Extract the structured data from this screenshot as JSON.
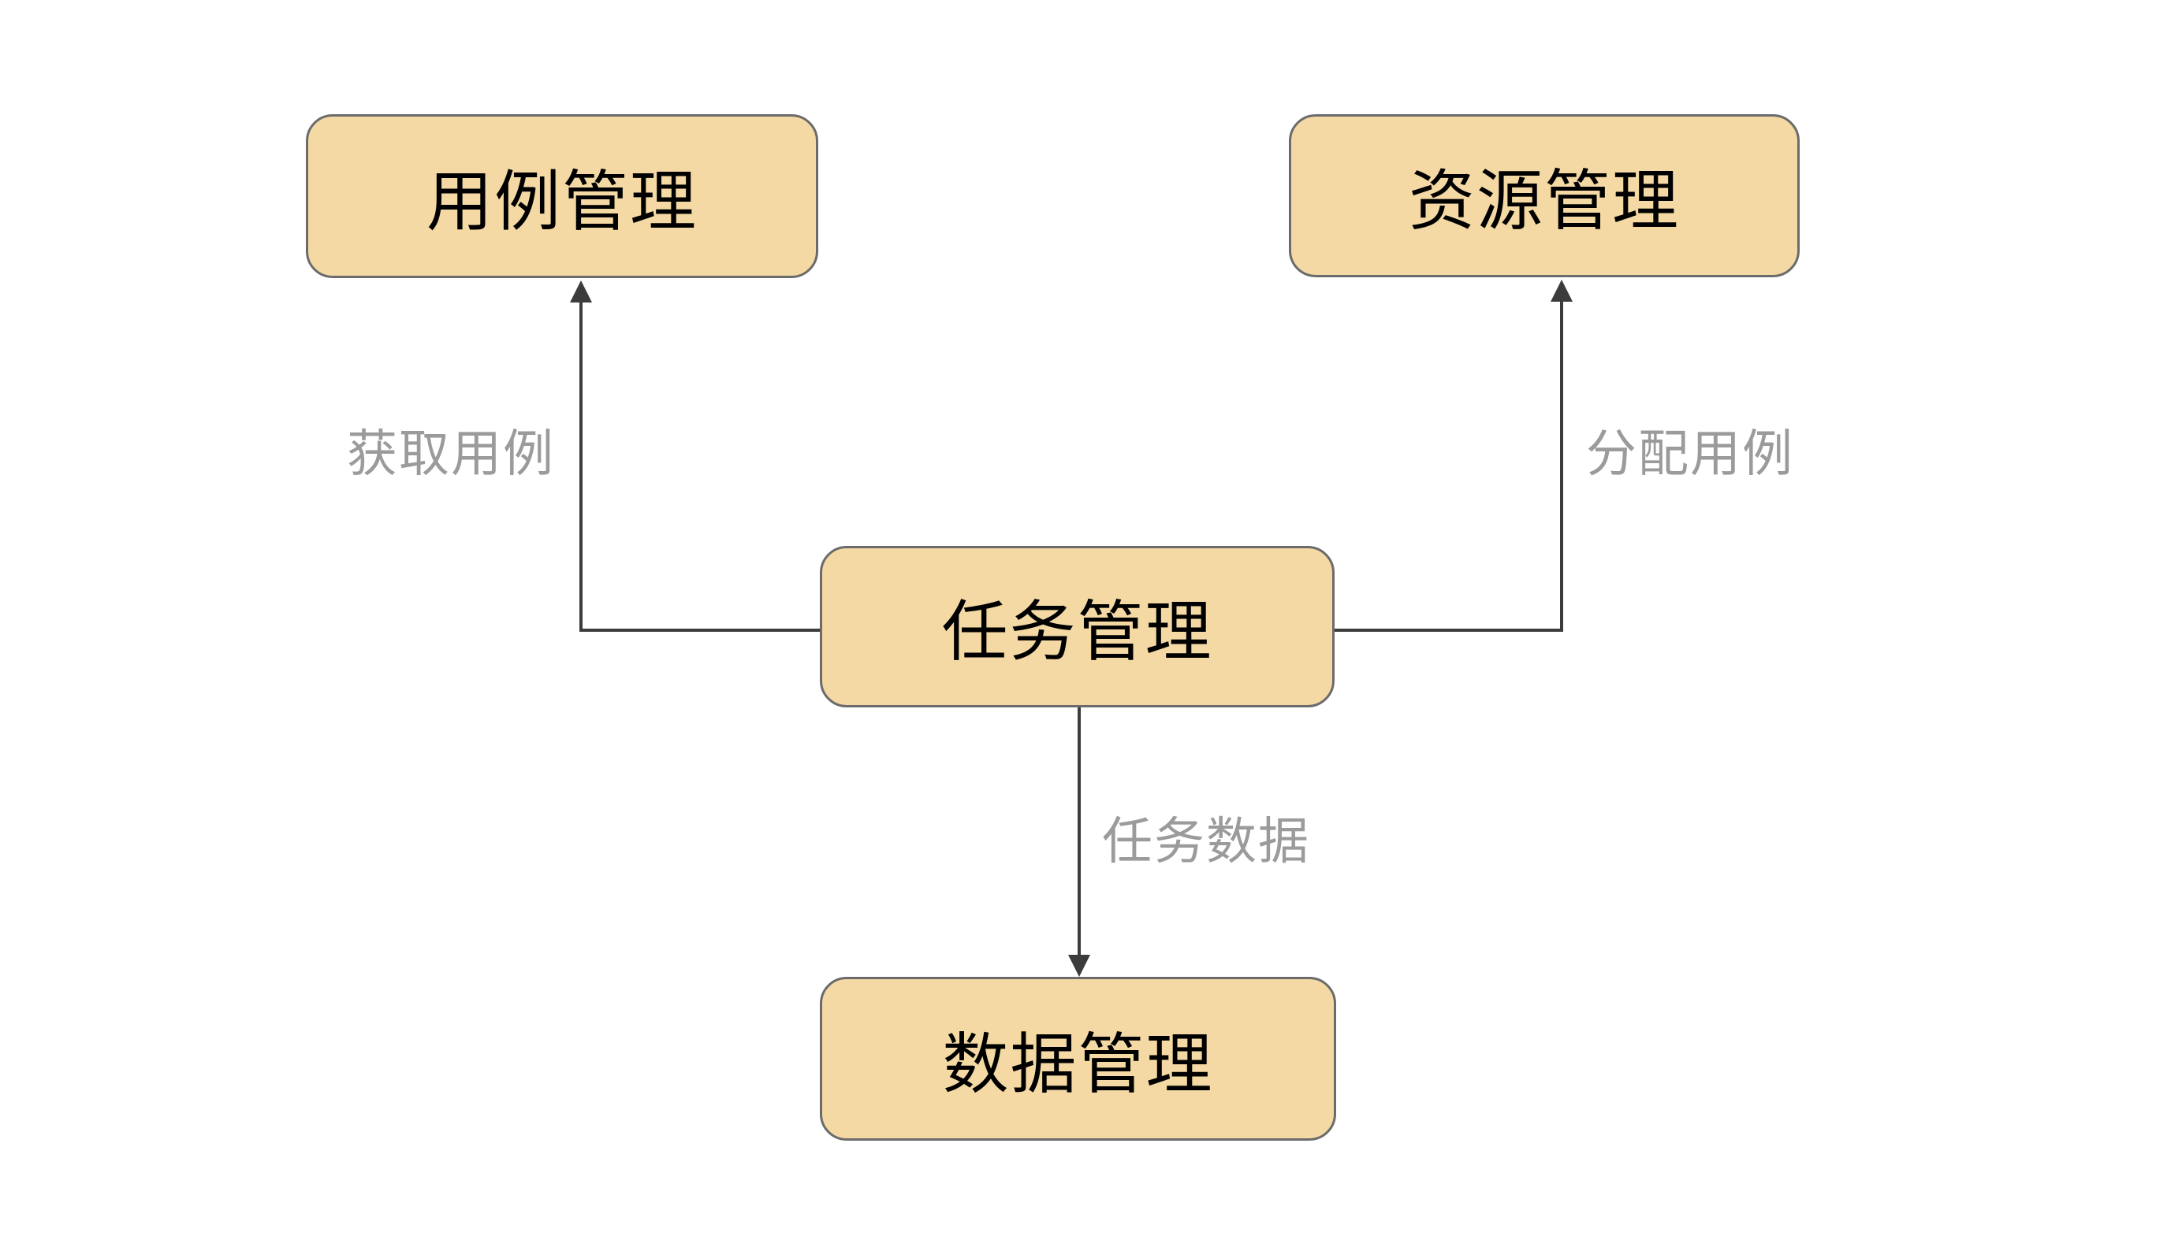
{
  "diagram": {
    "type": "flowchart",
    "background_color": "#ffffff",
    "node_fill_color": "#f4d9a4",
    "node_border_color": "#6b6b6b",
    "node_text_color": "#000000",
    "edge_color": "#3c3c3c",
    "edge_label_color": "#9b9b9b",
    "nodes": [
      {
        "id": "usecase",
        "label": "用例管理"
      },
      {
        "id": "resource",
        "label": "资源管理"
      },
      {
        "id": "task",
        "label": "任务管理"
      },
      {
        "id": "data",
        "label": "数据管理"
      }
    ],
    "edges": [
      {
        "from": "task",
        "to": "usecase",
        "label": "获取用例",
        "direction": "left-then-up"
      },
      {
        "from": "task",
        "to": "resource",
        "label": "分配用例",
        "direction": "right-then-up"
      },
      {
        "from": "task",
        "to": "data",
        "label": "任务数据",
        "direction": "down"
      }
    ]
  }
}
